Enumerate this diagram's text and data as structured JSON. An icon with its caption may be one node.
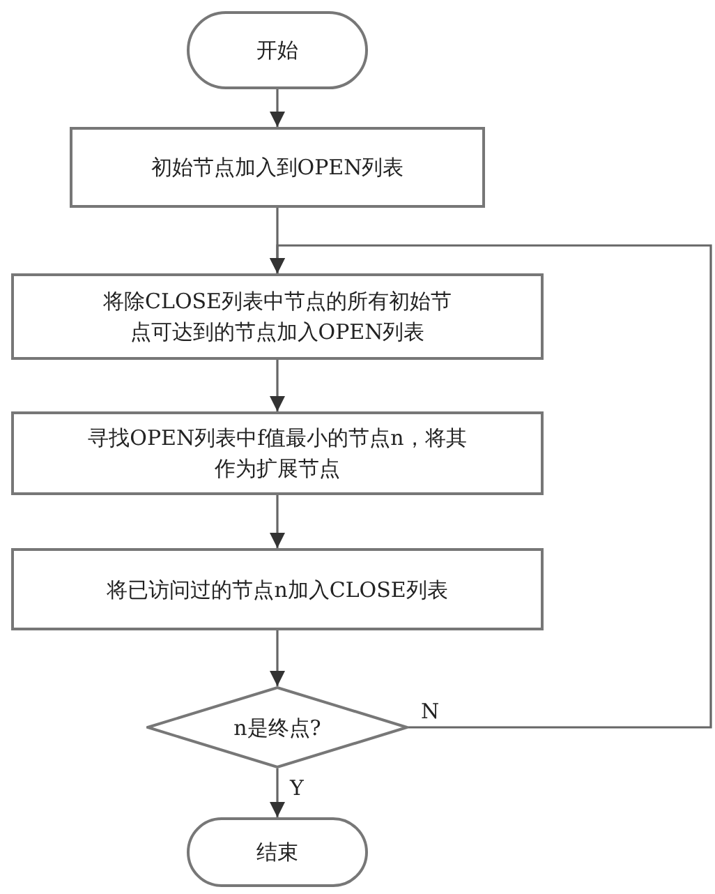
{
  "diagram": {
    "nodes": [
      {
        "text": [
          "开始"
        ]
      },
      {
        "text": [
          "初始节点加入到OPEN列表"
        ]
      },
      {
        "text": [
          "将除CLOSE列表中节点的所有初始节点可达到的节点加入OPEN列表"
        ]
      },
      {
        "text": [
          "寻找OPEN列表中f值最小的节点n，将其作为扩展节点"
        ]
      },
      {
        "text": [
          "将已访问过的节点n加入CLOSE列表"
        ]
      },
      {
        "text": [
          "n是终点?"
        ]
      },
      {
        "text": [
          "结束"
        ]
      }
    ],
    "edges": [
      {
        "from": 0,
        "to": 1,
        "arrow": "to"
      },
      {
        "from": 1,
        "to": 2,
        "arrow": "to"
      },
      {
        "from": 2,
        "to": 3,
        "arrow": "to"
      },
      {
        "from": 3,
        "to": 4,
        "arrow": "to"
      },
      {
        "from": 4,
        "to": 5,
        "arrow": "to"
      },
      {
        "from": 5,
        "to": 6,
        "arrow": "to",
        "label": "Y"
      },
      {
        "from": 5,
        "to": 2,
        "arrow": "to",
        "label": "N"
      }
    ]
  }
}
